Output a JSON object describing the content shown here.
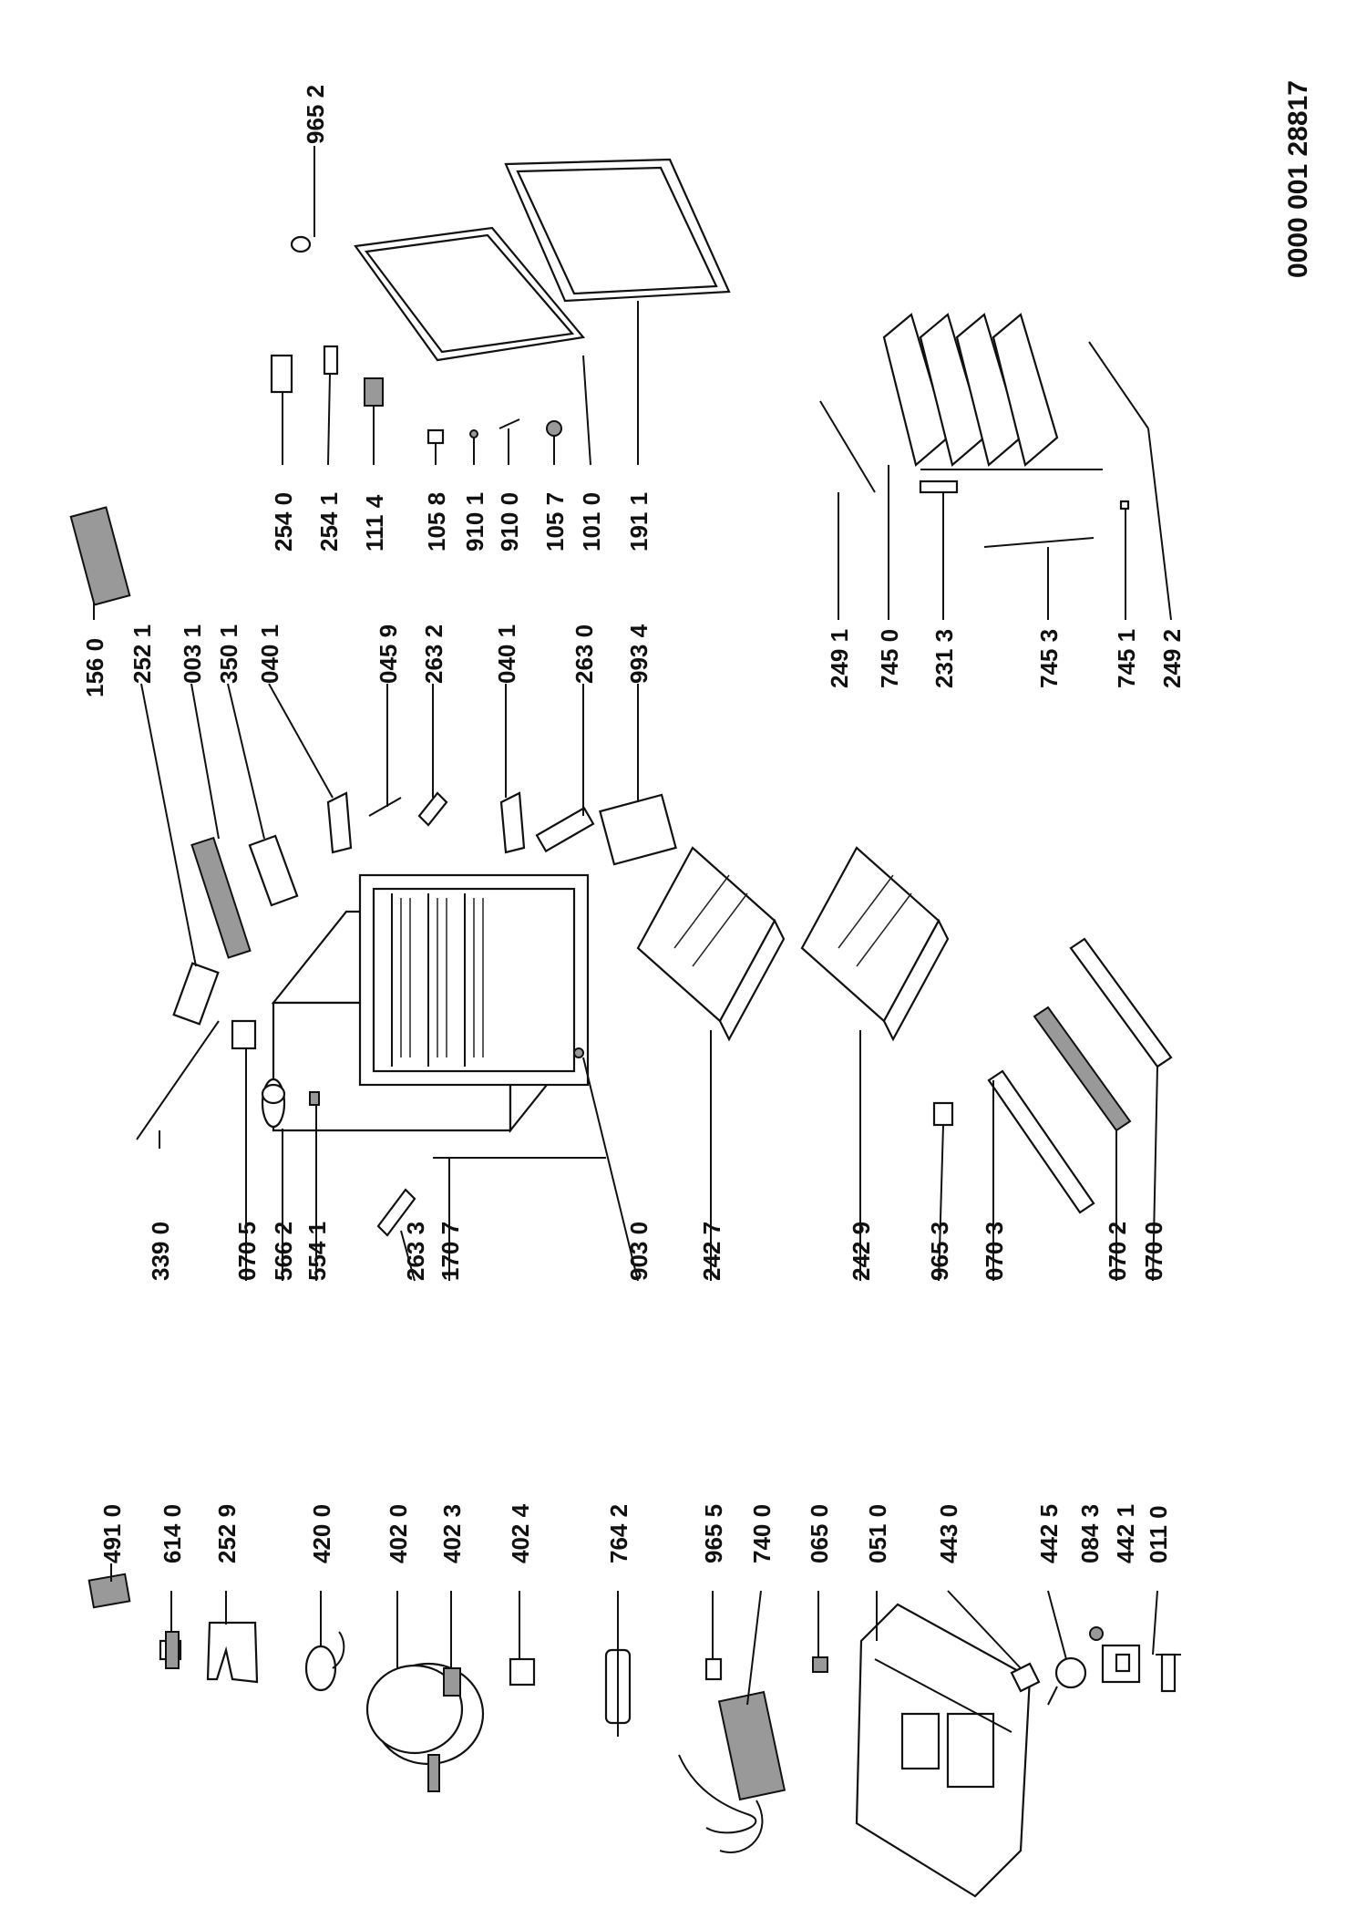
{
  "document_code": "0000 001 28817",
  "labels": {
    "l4910": "491 0",
    "l6140": "614 0",
    "l2529": "252 9",
    "l4200": "420 0",
    "l4020": "402 0",
    "l4023": "402 3",
    "l4024": "402 4",
    "l7642": "764 2",
    "l9655": "965 5",
    "l7400": "740 0",
    "l0650": "065 0",
    "l0510": "051 0",
    "l4430": "443 0",
    "l4425": "442 5",
    "l0843": "084 3",
    "l4421": "442 1",
    "l0110": "011 0",
    "l3390": "339 0",
    "l0705": "070 5",
    "l5662": "566 2",
    "l5541": "554 1",
    "l2633": "263 3",
    "l1707": "170 7",
    "l9030": "903 0",
    "l2427": "242 7",
    "l2429": "242 9",
    "l9653": "965 3",
    "l0703": "070 3",
    "l0702": "070 2",
    "l0700": "070 0",
    "l1560": "156 0",
    "l2521": "252 1",
    "l0031": "003 1",
    "l3501": "350 1",
    "l0401a": "040 1",
    "l0459": "045 9",
    "l2632": "263 2",
    "l0401b": "040 1",
    "l2630": "263 0",
    "l9934": "993 4",
    "l2491": "249 1",
    "l7450": "745 0",
    "l2313": "231 3",
    "l7453": "745 3",
    "l7451": "745 1",
    "l2492": "249 2",
    "l2540": "254 0",
    "l2541": "254 1",
    "l1114": "111 4",
    "l1058": "105 8",
    "l9101": "910 1",
    "l9100": "910 0",
    "l1057": "105 7",
    "l1010": "101 0",
    "l1911": "191 1",
    "l9652": "965 2"
  }
}
